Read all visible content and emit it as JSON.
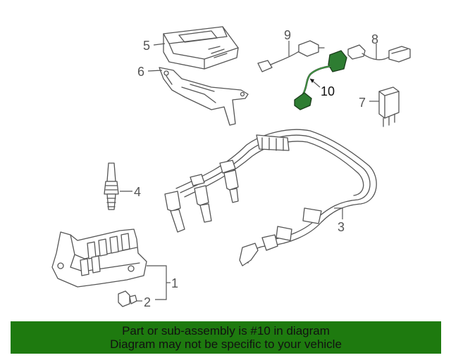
{
  "diagram": {
    "callouts": [
      {
        "id": "1",
        "label": "1"
      },
      {
        "id": "2",
        "label": "2"
      },
      {
        "id": "3",
        "label": "3"
      },
      {
        "id": "4",
        "label": "4"
      },
      {
        "id": "5",
        "label": "5"
      },
      {
        "id": "6",
        "label": "6"
      },
      {
        "id": "7",
        "label": "7"
      },
      {
        "id": "8",
        "label": "8"
      },
      {
        "id": "9",
        "label": "9"
      },
      {
        "id": "10",
        "label": "10"
      }
    ],
    "highlighted_part": "10",
    "highlight_color": "#2e7d32",
    "line_color": "#555555"
  },
  "banner": {
    "line1": "Part or sub-assembly is #10 in diagram",
    "line2": "Diagram may not be specific to your vehicle",
    "background": "#1e7a0f"
  }
}
